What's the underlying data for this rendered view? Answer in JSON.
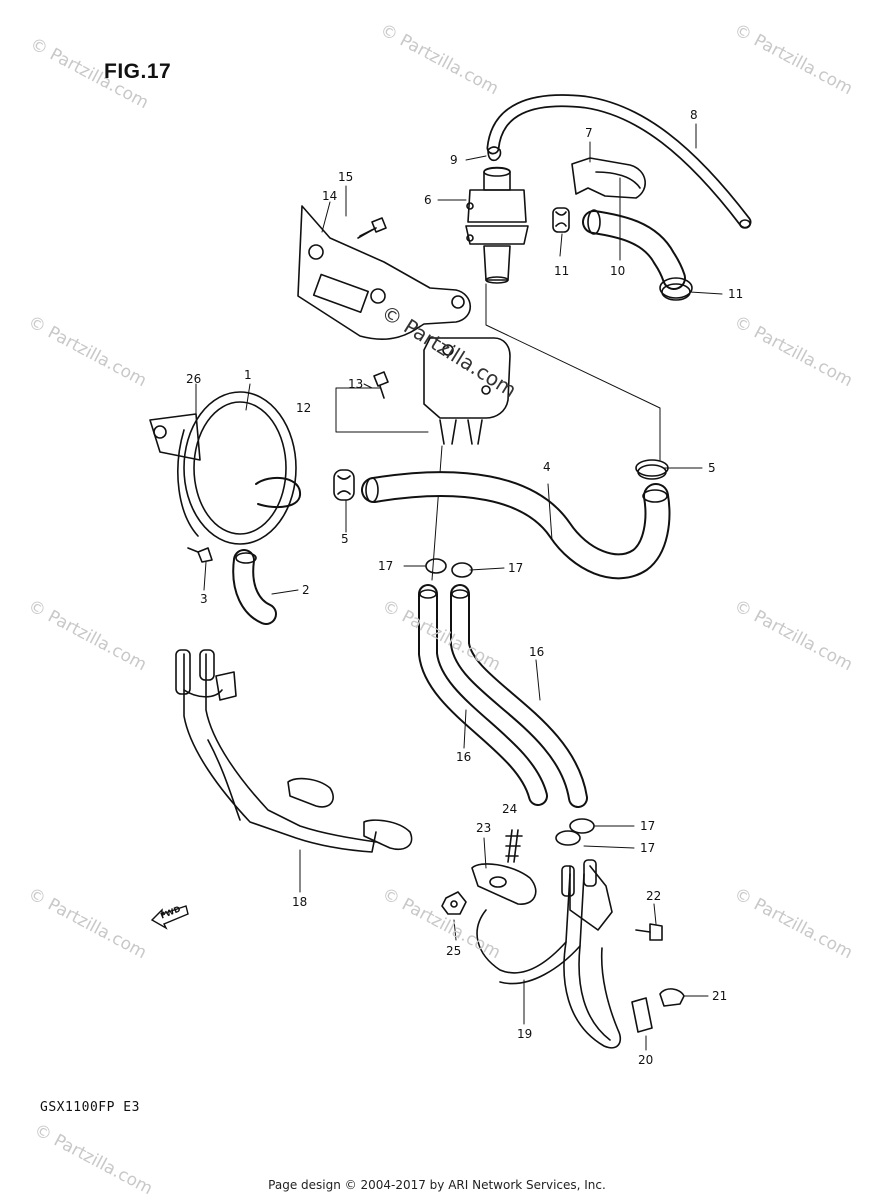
{
  "figure": {
    "title": "FIG.17",
    "model": "GSX1100FP  E3",
    "footer": "Page design © 2004-2017 by ARI Network Services, Inc.",
    "watermark": "© Partzilla.com",
    "fwd_label": "FWD"
  },
  "callouts": {
    "c1": "1",
    "c2": "2",
    "c3": "3",
    "c4": "4",
    "c5a": "5",
    "c5b": "5",
    "c6": "6",
    "c7": "7",
    "c8": "8",
    "c9": "9",
    "c10": "10",
    "c11a": "11",
    "c11b": "11",
    "c12": "12",
    "c13": "13",
    "c14": "14",
    "c15": "15",
    "c16a": "16",
    "c16b": "16",
    "c17a": "17",
    "c17b": "17",
    "c17c": "17",
    "c17d": "17",
    "c18": "18",
    "c19": "19",
    "c20": "20",
    "c21": "21",
    "c22": "22",
    "c23": "23",
    "c24": "24",
    "c25": "25",
    "c26": "26"
  }
}
